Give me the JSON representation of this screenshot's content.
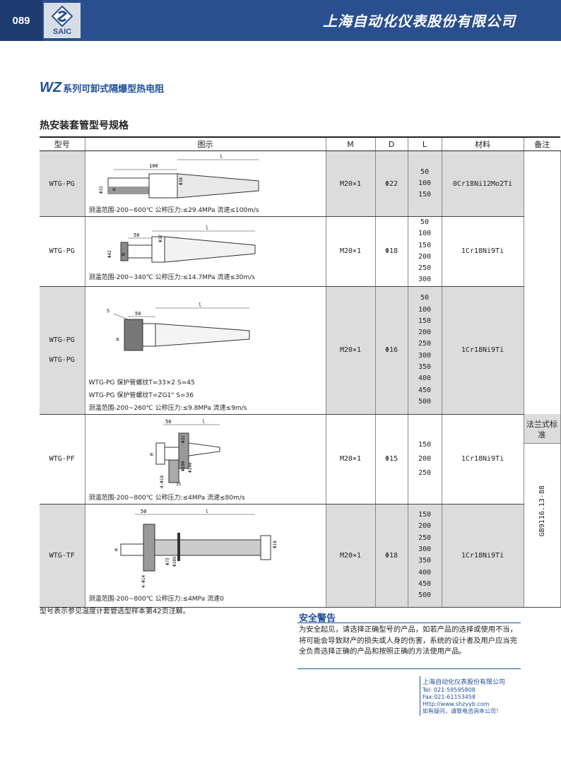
{
  "header": {
    "page_number": "089",
    "logo_text": "SAIC",
    "company": "上海自动化仪表股份有限公司"
  },
  "title": {
    "prefix": "WZ",
    "text": "系列可卸式隔爆型热电阻"
  },
  "subtitle": "热安装套管型号规格",
  "table": {
    "headers": [
      "型号",
      "图示",
      "M",
      "D",
      "L",
      "材料",
      "备注"
    ],
    "rows": [
      {
        "model": [
          "WTG-PG"
        ],
        "m": "M20×1",
        "d": "Φ22",
        "l": [
          "50",
          "100",
          "150"
        ],
        "material": "0Cr18Ni12Mo2Ti",
        "fig_labels": {
          "a": "100",
          "b": "l",
          "c": "Φ32",
          "d": "M",
          "e": "Φ38"
        },
        "caption": [
          "测温范围-200~600℃ 公称压力:≤29.4MPa 流速≤100m/s"
        ]
      },
      {
        "model": [
          "WTG-PG"
        ],
        "m": "M20×1",
        "d": "Φ18",
        "l": [
          "50",
          "100",
          "150",
          "200",
          "250",
          "300"
        ],
        "material": "1Cr18Ni9Ti",
        "fig_labels": {
          "a": "50",
          "b": "l",
          "c": "Φ42",
          "d": "M",
          "e": "Φ32"
        },
        "caption": [
          "测温范围-200~340℃ 公称压力:≤14.7MPa 流速≤30m/s"
        ]
      },
      {
        "model": [
          "WTG-PG",
          "WTG-PG"
        ],
        "m": "M20×1",
        "d": "Φ16",
        "l": [
          "50",
          "100",
          "150",
          "200",
          "250",
          "300",
          "350",
          "400",
          "450",
          "500"
        ],
        "material": "1Cr18Ni9Ti",
        "fig_labels": {
          "a": "50",
          "b": "l",
          "c": "S",
          "d": "M"
        },
        "caption": [
          "WTG-PG 保护管螺纹T=33×2 S=45",
          "WTG-PG 保护管螺纹T=ZG1\"   S=36",
          "测温范围-200~260℃ 公称压力:≤9.8MPa 流速≤9m/s"
        ]
      },
      {
        "model": [
          "WTG-PF"
        ],
        "m": "M20×1",
        "d": "Φ15",
        "l": [
          "150",
          "200",
          "250"
        ],
        "material": "1Cr18Ni9Ti",
        "fig_labels": {
          "a": "50",
          "b": "l",
          "c": "Φ32",
          "d": "M",
          "e": "Φ100",
          "f": "Φ140",
          "g": "4-Φ18",
          "h": "15"
        },
        "caption": [
          "测温范围-200~800℃ 公称压力:≤4MPa 流速≤80m/s"
        ]
      },
      {
        "model": [
          "WTG-TF"
        ],
        "m": "M20×1",
        "d": "Φ18",
        "l": [
          "150",
          "200",
          "250",
          "300",
          "350",
          "400",
          "450",
          "500"
        ],
        "material": "1Cr18Ni9Ti",
        "fig_labels": {
          "a": "50",
          "b": "l",
          "c": "Φ18",
          "d": "M",
          "e": "Φ75",
          "f": "Φ105",
          "g": "4-Φ14"
        },
        "caption": [
          "测温范围-200~800℃ 公称压力:≤4MPa 流速0"
        ]
      }
    ],
    "remark_head": "法兰式标准",
    "remark_std": "GB9116.13-88"
  },
  "footnote": "型号表示参见温度计套管选型样本第42页注解。",
  "warning": {
    "title": "安全警告",
    "text": "为安全起见，请选择正确型号的产品，如若产品的选择或使用不当，将可能会导致财产的损失或人身的伤害，系统的设计者及用户应当完全负责选择正确的产品和按照正确的方法使用产品。"
  },
  "contact": {
    "company": "上海自动化仪表股份有限公司",
    "tel": "Tel: 021-59595808",
    "fax": "Fax:021-61153458",
    "url": "Http://www.shzyyb.com",
    "slogan": "如有疑问，请致电咨询本公司！"
  },
  "colors": {
    "header": "#2a4f8f",
    "accent": "#1f4e99",
    "shade": "#dcdcdc"
  }
}
